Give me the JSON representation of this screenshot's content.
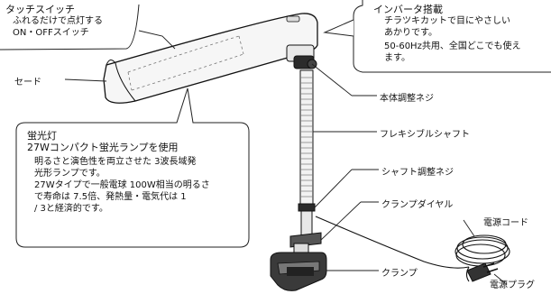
{
  "callouts": {
    "touch_switch": {
      "title": "タッチスイッチ",
      "lines": [
        "ふれるだけで点灯する",
        "ON・OFFスイッチ"
      ]
    },
    "inverter": {
      "title": "インバータ搭載",
      "lines": [
        "チラツキカットで目にやさしい",
        "あかりです。",
        "50-60Hz共用、全国どこでも使え",
        "ます。"
      ]
    },
    "fluorescent": {
      "title": "蛍光灯",
      "subtitle": "27Wコンパクト蛍光ランプを使用",
      "lines": [
        "明るさと演色性を両立させた 3波長域発",
        "光形ランプです。",
        "27Wタイプで一般電球 100W相当の明るさ",
        "で寿命は 7.5倍、発熱量・電気代は 1",
        "/ 3と経済的です。"
      ]
    }
  },
  "labels": {
    "shade": "セード",
    "body_adjust_screw": "本体調整ネジ",
    "flexible_shaft": "フレキシブルシャフト",
    "shaft_adjust_screw": "シャフト調整ネジ",
    "clamp_dial": "クランプダイヤル",
    "power_cord": "電源コード",
    "clamp": "クランプ",
    "power_plug": "電源プラグ"
  }
}
